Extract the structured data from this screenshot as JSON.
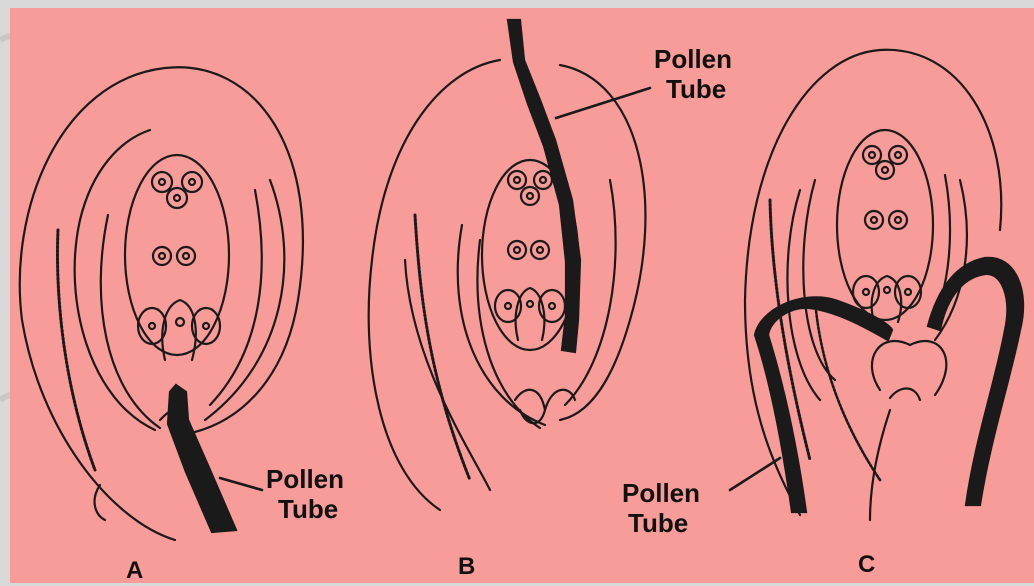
{
  "figure": {
    "panels": [
      {
        "letter": "A",
        "label_line1": "Pollen",
        "label_line2": "Tube"
      },
      {
        "letter": "B",
        "label_line1": "Pollen",
        "label_line2": "Tube"
      },
      {
        "letter": "C",
        "label_line1": "Pollen",
        "label_line2": "Tube"
      }
    ]
  },
  "colors": {
    "background": "#f79c99",
    "ink": "#1a1a1a",
    "frame": "#d9d9d9"
  }
}
